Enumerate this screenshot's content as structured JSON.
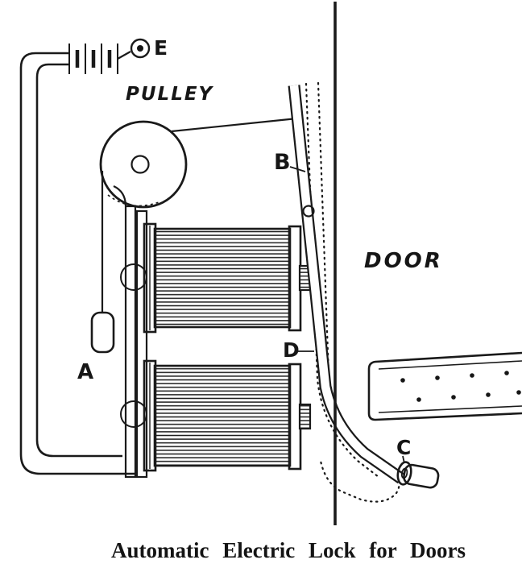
{
  "figure": {
    "caption": "Automatic Electric Lock for Doors",
    "labels": {
      "terminal": "E",
      "pulley": "PULLEY",
      "lever": "B",
      "door": "DOOR",
      "weight": "A",
      "dotted_position": "D",
      "handle": "C"
    },
    "colors": {
      "ink": "#1a1a1a",
      "paper": "#ffffff"
    }
  }
}
